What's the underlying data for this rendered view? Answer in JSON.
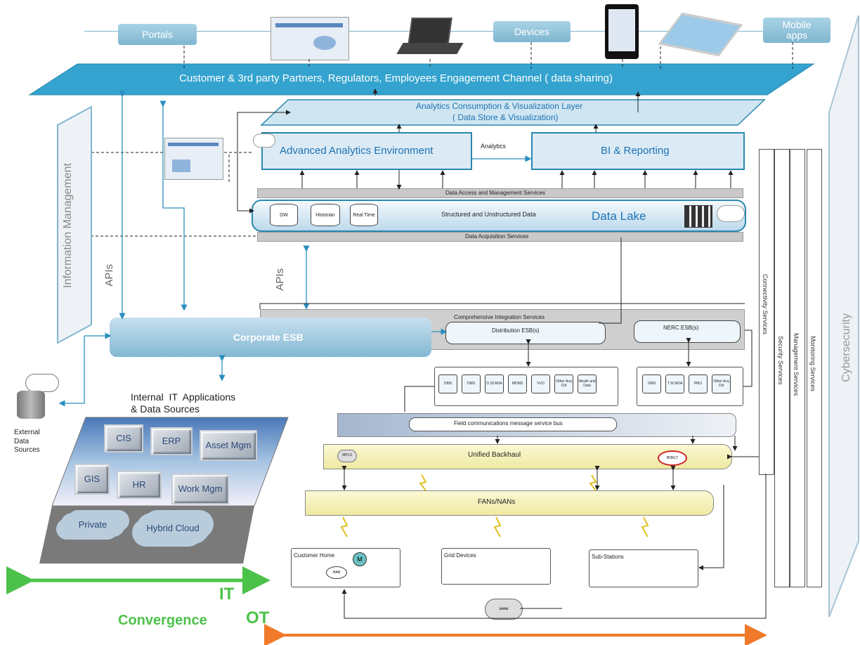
{
  "top_channel": {
    "portals": "Portals",
    "devices": "Devices",
    "mobile_apps": "Mobile apps",
    "engagement_channel": "Customer & 3rd party  Partners, Regulators,  Employees  Engagement  Channel  ( data sharing)"
  },
  "analytics_layer": {
    "title_line1": "Analytics Consumption & Visualization Layer",
    "title_line2": "( Data Store & Visualization)"
  },
  "advanced_analytics": "Advanced  Analytics Environment",
  "analytics_arrow_label": "Analytics",
  "bi_reporting": "BI & Reporting",
  "data_access": "Data Access and Management Services",
  "data_lake": {
    "dw": "DW",
    "historian": "Historian",
    "realtime": "Real Time",
    "structured": "Structured and Unstructured Data",
    "title": "Data Lake"
  },
  "data_acquisition": "Data Acquisition Services",
  "information_management": "Information  Management",
  "apis_left": "APIs",
  "apis_center": "APIs",
  "comprehensive_integration": "Comprehensive Integration Services",
  "distribution_esb": "Distribution ESB(s)",
  "nerc_esb": "NERC ESB(s)",
  "corporate_esb": "Corporate ESB",
  "external_sources": "External Data Sources",
  "internal_it": "Internal  IT  Applications\n& Data Sources",
  "apps": {
    "cis": "CIS",
    "erp": "ERP",
    "asset": "Asset Mgm",
    "gis": "GIS",
    "hr": "HR",
    "work": "Work Mgm",
    "private": "Private",
    "hybrid": "Hybrid Cloud"
  },
  "ot_modules_left": [
    "OMS",
    "DMS",
    "D SCADA",
    "MDMS",
    "VVO",
    "Other Acq Ctrl",
    "Weath and Data"
  ],
  "ot_modules_right": [
    "OMS",
    "T SCADA",
    "PMU",
    "Other Acq Ctrl"
  ],
  "field_bus": "Field communications message service bus",
  "unified_backhaul": "Unified Backhaul",
  "backhaul_tags": {
    "mpls": "MPLS",
    "mpls2": "BOKLT"
  },
  "fans_nans": "FANs/NANs",
  "customer_home": "Customer Home",
  "grid_devices": "Grid Devices",
  "sub_stations": "Sub-Stations",
  "han": "HAN",
  "meter": "M",
  "www": "www",
  "vertical_services": {
    "connectivity": "Connectivity Services",
    "security": "Security Services",
    "management": "Management Services",
    "monitoring": "Monitoring Services"
  },
  "cybersecurity": "Cybersecurity",
  "it_label": "IT",
  "convergence": "Convergence",
  "ot_label": "OT",
  "colors": {
    "it_green": "#4cc24a",
    "ot_orange": "#f07a2a",
    "channel_blue": "#2f9cc8",
    "lake_blue": "#1e73b5"
  }
}
